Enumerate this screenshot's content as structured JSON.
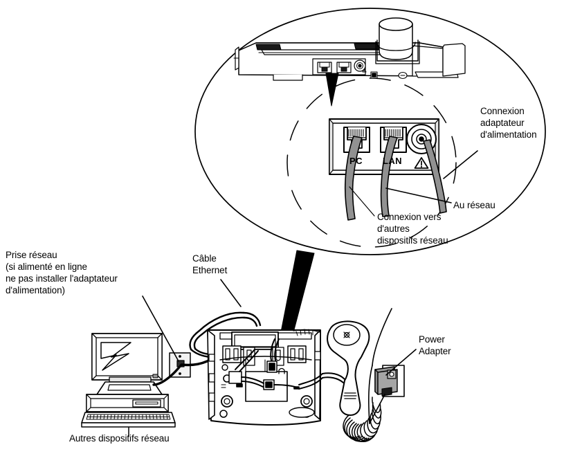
{
  "document": {
    "type": "technical-illustration",
    "subject": "IP telephone network and power connection diagram",
    "language": "fr"
  },
  "labels": {
    "prise_reseau": "Prise réseau\n(si alimenté en ligne\nne pas installer l'adaptateur\nd'alimentation)",
    "cable_ethernet": "Câble\nEthernet",
    "connexion_adaptateur": "Connexion\nadaptateur\nd'alimentation",
    "au_reseau": "Au réseau",
    "connexion_autres": "Connexion vers\nd'autres\ndispositifs réseau",
    "power_adapter": "Power\nAdapter",
    "autres_dispositifs": "Autres dispositifs réseau"
  },
  "ports": {
    "pc": "PC",
    "lan": "LAN",
    "warning_symbol": "warning-triangle"
  },
  "colors": {
    "line": "#000000",
    "page_background": "#ffffff",
    "cable_fill": "#919191",
    "device_fill": "#ffffff",
    "panel_shadow": "#d9d9d9",
    "adapter_fill": "#9a9a9a",
    "wall_plate_fill": "#efefef"
  },
  "callouts": [
    {
      "name": "prise-reseau",
      "target": "wall-network-jack"
    },
    {
      "name": "cable-ethernet",
      "target": "ethernet-cable"
    },
    {
      "name": "connexion-adaptateur",
      "target": "power-jack"
    },
    {
      "name": "au-reseau",
      "target": "lan-port-cable"
    },
    {
      "name": "connexion-autres",
      "target": "pc-port-cable"
    },
    {
      "name": "power-adapter",
      "target": "wall-outlet-adapter"
    },
    {
      "name": "autres-dispositifs",
      "target": "desktop-computer"
    }
  ]
}
